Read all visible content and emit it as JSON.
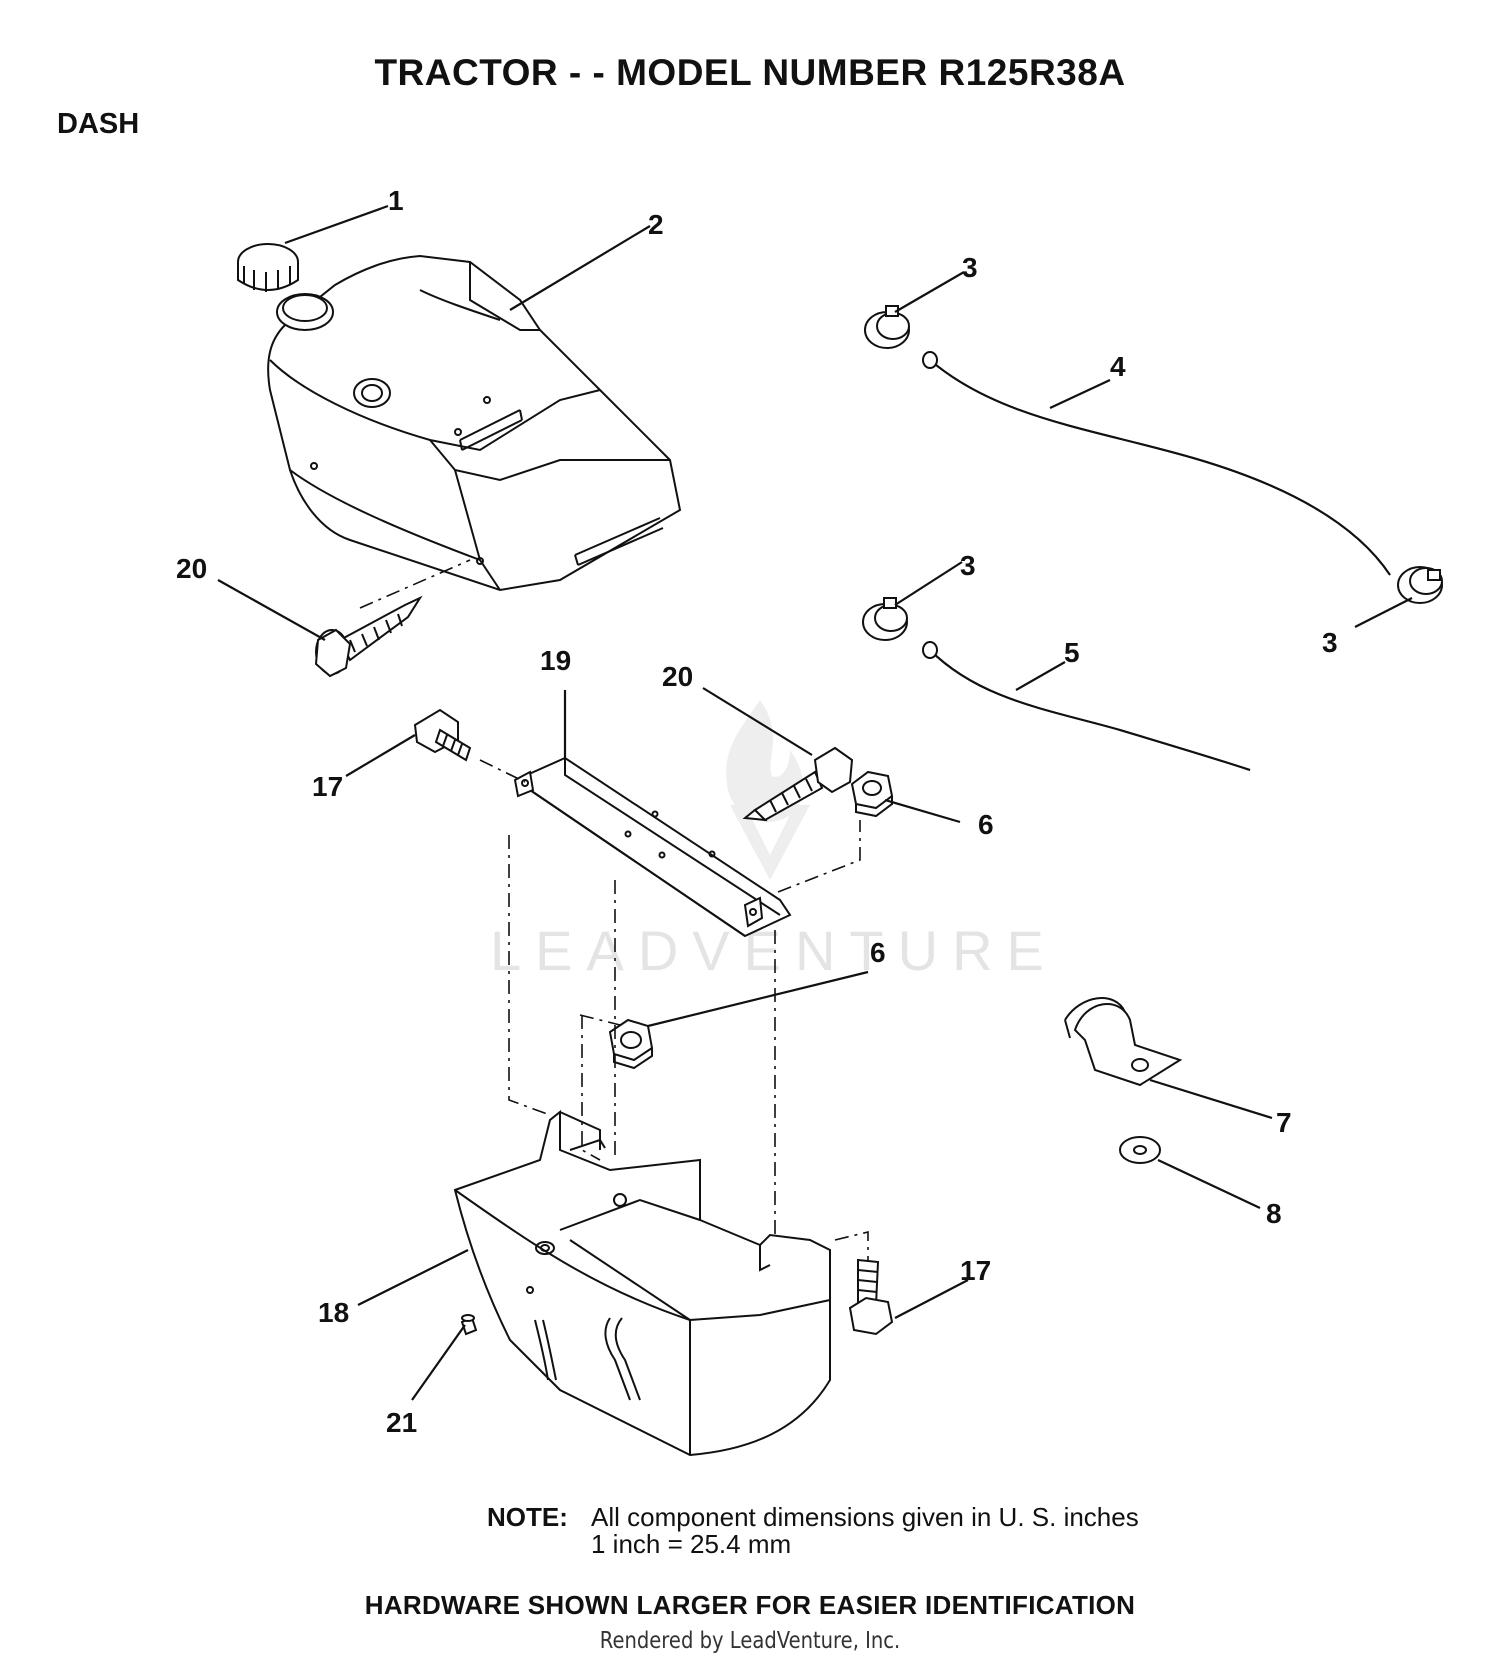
{
  "header": {
    "title": "TRACTOR - - MODEL NUMBER R125R38A",
    "section": "DASH"
  },
  "callouts": [
    "1",
    "2",
    "3",
    "3",
    "3",
    "4",
    "5",
    "6",
    "6",
    "7",
    "8",
    "17",
    "17",
    "18",
    "19",
    "20",
    "20",
    "21"
  ],
  "watermark": {
    "text": "LEADVENTURE"
  },
  "note": {
    "label": "NOTE:",
    "line1": "All component dimensions given in U. S. inches",
    "line2": "1 inch = 25.4 mm"
  },
  "footer": {
    "hardware": "HARDWARE SHOWN LARGER FOR EASIER IDENTIFICATION",
    "rendered_by": "Rendered by LeadVenture, Inc."
  }
}
